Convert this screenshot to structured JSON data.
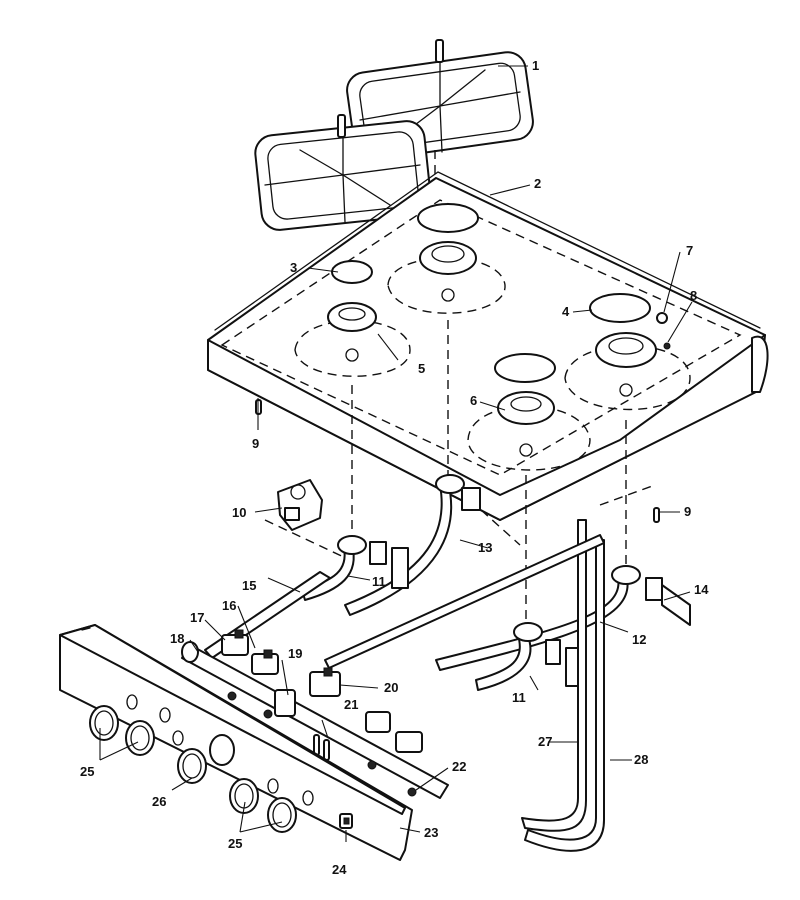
{
  "diagram": {
    "callouts": [
      "1",
      "2",
      "3",
      "4",
      "5",
      "6",
      "7",
      "8",
      "9",
      "9",
      "10",
      "11",
      "11",
      "12",
      "13",
      "14",
      "15",
      "16",
      "17",
      "18",
      "19",
      "20",
      "21",
      "22",
      "23",
      "24",
      "25",
      "25",
      "26",
      "27",
      "28"
    ]
  },
  "colors": {
    "line": "#111111",
    "background": "#ffffff"
  }
}
